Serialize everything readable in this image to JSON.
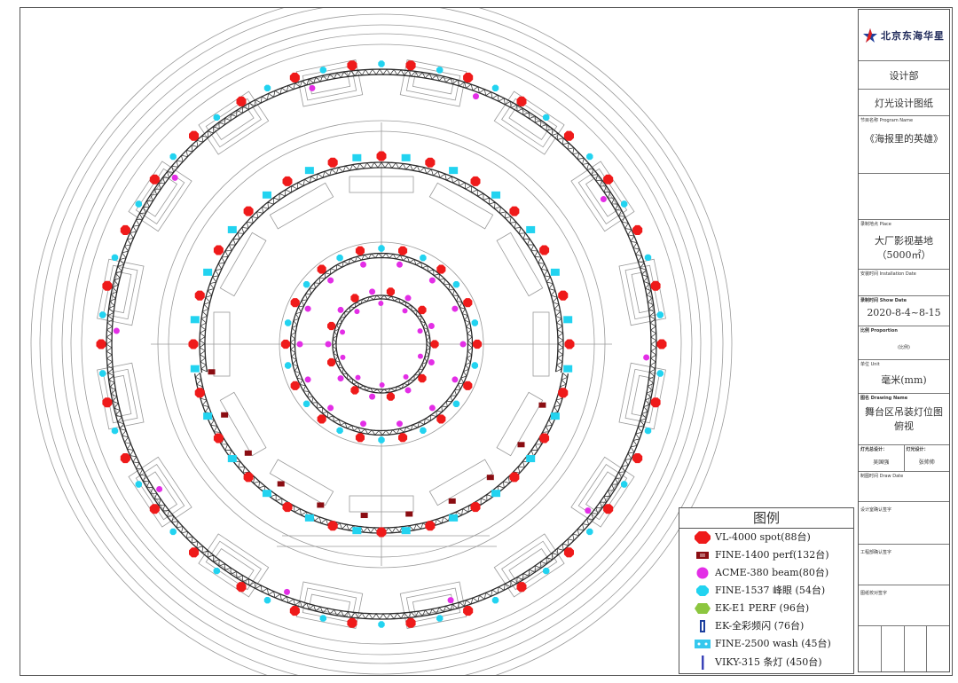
{
  "legend": {
    "title": "图例",
    "items": [
      {
        "label": "VL-4000 spot(88台)",
        "icon": "red-octagon",
        "color": "#ef1a1a"
      },
      {
        "label": "FINE-1400 perf(132台)",
        "icon": "dark-red-rect",
        "color": "#8b0d12"
      },
      {
        "label": "ACME-380 beam(80台)",
        "icon": "magenta-circle",
        "color": "#e32ee6"
      },
      {
        "label": "FINE-1537 峰眼 (54台)",
        "icon": "cyan-octagon",
        "color": "#22d3f0"
      },
      {
        "label": "EK-E1 PERF (96台)",
        "icon": "green-hexagon",
        "color": "#8cc63f"
      },
      {
        "label": "EK-全彩频闪 (76台)",
        "icon": "blue-strobe",
        "color": "#1c3f9e"
      },
      {
        "label": "FINE-2500 wash (45台)",
        "icon": "cyan-rect",
        "color": "#35c8ee"
      },
      {
        "label": "VIKY-315 条灯 (450台)",
        "icon": "blue-bar",
        "color": "#3b43b8"
      }
    ]
  },
  "title_block": {
    "company": "北京东海华星",
    "department": "设计部",
    "doc_type": "灯光设计图纸",
    "program_label": "节目名称 Program Name",
    "program": "《海报里的英雄》",
    "place_label": "录制地点 Place",
    "place_line1": "大厂影视基地",
    "place_line2": "（5000㎡）",
    "install_label": "安装时间 Installation Date",
    "show_label": "录制时间 Show Date",
    "show_date": "2020-8-4~8-15",
    "proportion_label": "比例 Proportion",
    "proportion": "(比例)",
    "unit_label": "单位 Unit",
    "unit": "毫米(mm)",
    "drawing_label": "图名 Drawing Name",
    "drawing_line1": "舞台区吊装灯位图",
    "drawing_line2": "俯视",
    "chief_label": "灯光总设计：",
    "chief_name": "吴国强",
    "designer_label": "灯光设计：",
    "designer_name": "张帅帅",
    "draw_date_label": "制图时间 Draw Date",
    "sign1_label": "设计室确认签字",
    "sign2_label": "工程部确认签字",
    "sign3_label": "图纸校对签字"
  },
  "colors": {
    "spot": "#ef1a1a",
    "perf": "#8b0d12",
    "beam": "#e32ee6",
    "cyan": "#22d3f0",
    "truss": "#2a2a2a"
  }
}
